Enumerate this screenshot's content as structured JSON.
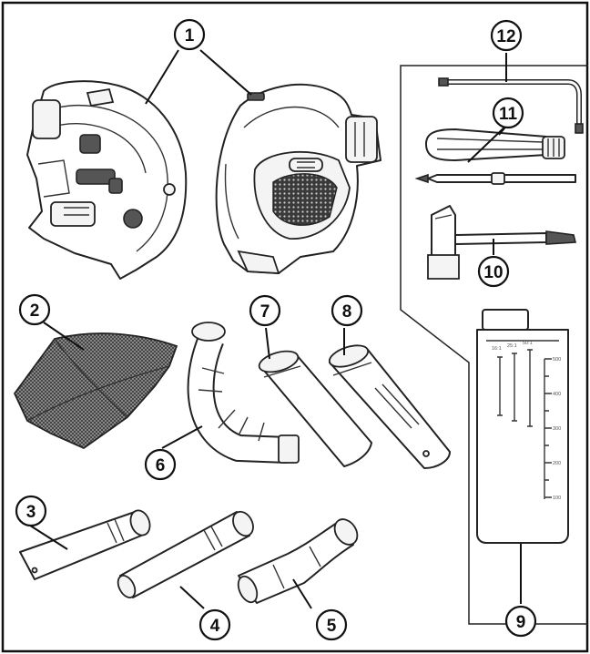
{
  "colors": {
    "line": "#111111",
    "background": "#ffffff",
    "grille": "#555555"
  },
  "callouts": [
    {
      "id": "1",
      "label": "1"
    },
    {
      "id": "2",
      "label": "2"
    },
    {
      "id": "3",
      "label": "3"
    },
    {
      "id": "4",
      "label": "4"
    },
    {
      "id": "5",
      "label": "5"
    },
    {
      "id": "6",
      "label": "6"
    },
    {
      "id": "7",
      "label": "7"
    },
    {
      "id": "8",
      "label": "8"
    },
    {
      "id": "9",
      "label": "9"
    },
    {
      "id": "10",
      "label": "10"
    },
    {
      "id": "11",
      "label": "11"
    },
    {
      "id": "12",
      "label": "12"
    }
  ],
  "bottle": {
    "column_labels": [
      "16:1",
      "25:1",
      "50:1"
    ],
    "scale_labels": [
      "500",
      "400",
      "300",
      "200",
      "100"
    ]
  }
}
